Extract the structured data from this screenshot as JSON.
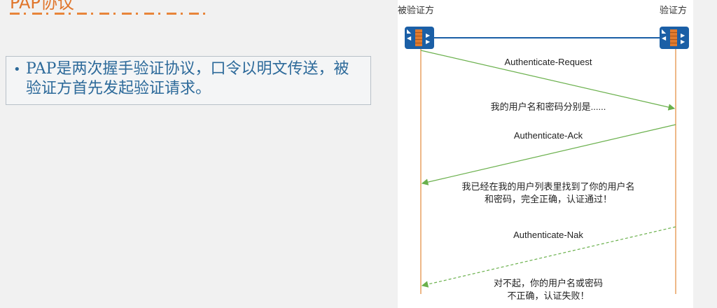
{
  "slide": {
    "title": "PAP协议",
    "bullet": "PAP是两次握手验证协议，口令以明文传送，被验证方首先发起验证请求。"
  },
  "diagram": {
    "left_party": "被验证方",
    "right_party": "验证方",
    "messages": [
      {
        "label": "Authenticate-Request",
        "note": "我的用户名和密码分别是......"
      },
      {
        "label": "Authenticate-Ack",
        "note_line1": "我已经在我的用户列表里找到了你的用户名",
        "note_line2": "和密码，完全正确，认证通过！"
      },
      {
        "label": "Authenticate-Nak",
        "note_line1": "对不起，你的用户名或密码",
        "note_line2": "不正确，认证失败！"
      }
    ],
    "colors": {
      "device": "#1b5fa6",
      "lifeline": "#e8a060",
      "arrow": "#6ab04c"
    }
  }
}
